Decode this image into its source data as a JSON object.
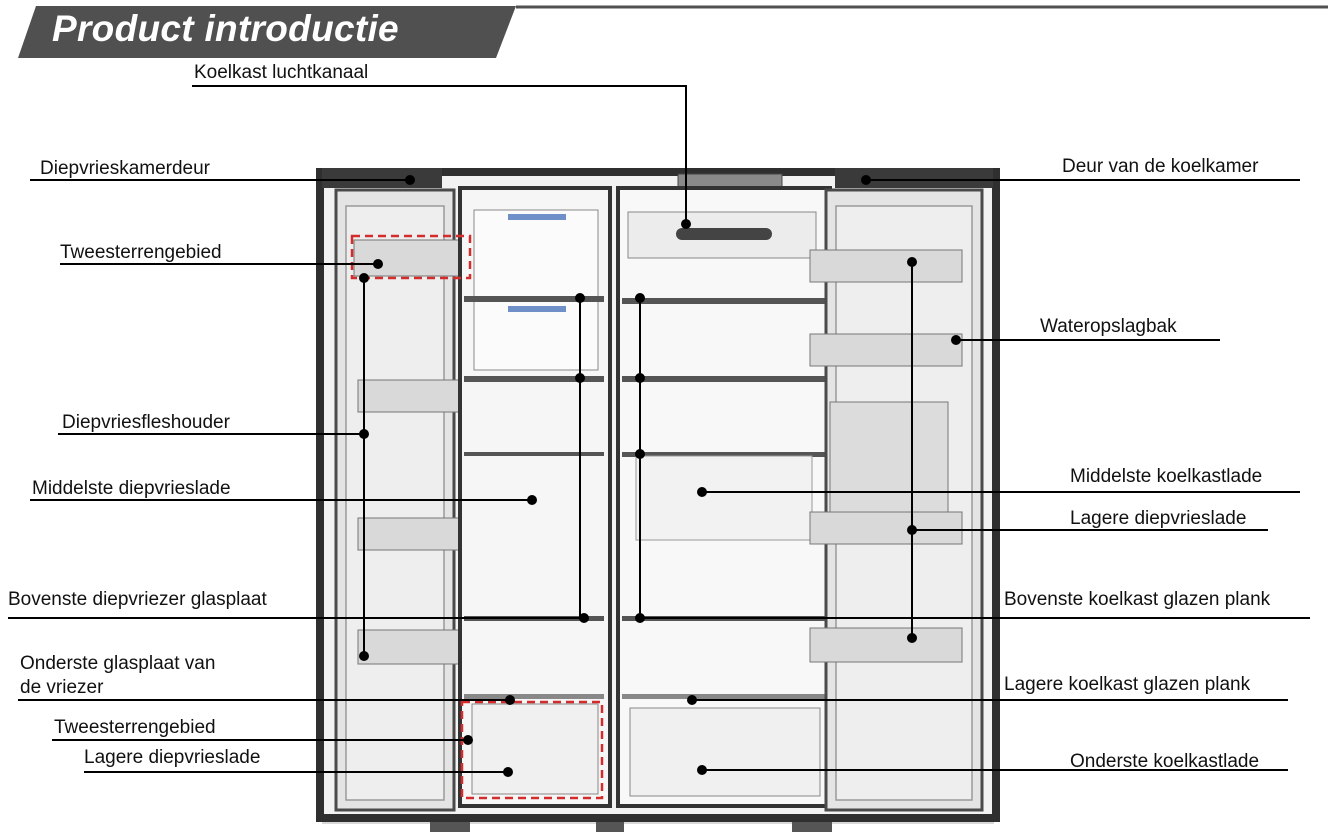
{
  "title": "Product introductie",
  "colors": {
    "banner": "#505050",
    "line": "#000000",
    "fridge_frame": "#2f2f2f",
    "door": "#e4e4e4",
    "dashed_zone": "#d42c2c"
  },
  "labels": {
    "koelkast_luchtkanaal": "Koelkast luchtkanaal",
    "diepvrieskamerdeur": "Diepvrieskamerdeur",
    "deur_koelkamer": "Deur van de koelkamer",
    "tweesterrengebied_top": "Tweesterrengebied",
    "wateropslagbak": "Wateropslagbak",
    "diepvriesfleshouder": "Diepvriesfleshouder",
    "middelste_koelkastlade": "Middelste koelkastlade",
    "middelste_diepvrieslade": "Middelste diepvrieslade",
    "lagere_diepvrieslade_right": "Lagere diepvrieslade",
    "bovenste_diepvriezer_glasplaat": "Bovenste diepvriezer glasplaat",
    "bovenste_koelkast_glazen_plank": "Bovenste koelkast glazen plank",
    "onderste_glasplaat_line1": "Onderste glasplaat van",
    "onderste_glasplaat_line2": "de vriezer",
    "lagere_koelkast_glazen_plank": "Lagere koelkast glazen plank",
    "tweesterrengebied_bottom": "Tweesterrengebied",
    "lagere_diepvrieslade_left": "Lagere diepvrieslade",
    "onderste_koelkastlade": "Onderste koelkastlade"
  }
}
